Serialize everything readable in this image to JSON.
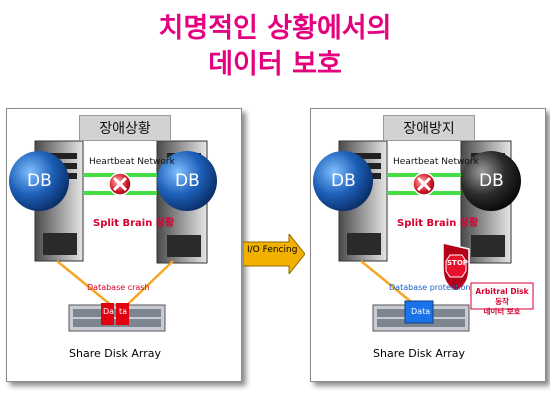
{
  "title": {
    "line1": "치명적인 상황에서의",
    "line2": "데이터 보호"
  },
  "colors": {
    "title": "#e4007f",
    "heartbeat": "#44dd44",
    "san_link": "#f5a623",
    "alert": "#d6002f",
    "arrow": "#f2b100"
  },
  "left_panel": {
    "label": "장애상황",
    "heartbeat": "Heartbeat Network",
    "split_brain": "Split Brain 상황",
    "db_left": "DB",
    "db_right": "DB",
    "corruption": "Database crash",
    "data_a": "Da",
    "data_b": "ta",
    "storage": "Share Disk Array",
    "icons": [
      "server-icon",
      "error-x-icon",
      "disk-array-icon"
    ]
  },
  "fencing": {
    "label": "I/O Fencing"
  },
  "right_panel": {
    "label": "장애방지",
    "heartbeat": "Heartbeat Network",
    "split_brain": "Split Brain 상황",
    "db_left": "DB",
    "db_right": "DB",
    "protection": "Database protection",
    "data": "Data",
    "arbitral_line1": "Arbitral Disk 동작",
    "arbitral_line2": "데이터 보호",
    "stop": "STOP",
    "storage": "Share Disk Array",
    "icons": [
      "server-icon",
      "error-x-icon",
      "stop-shield-icon",
      "disk-array-icon"
    ]
  }
}
